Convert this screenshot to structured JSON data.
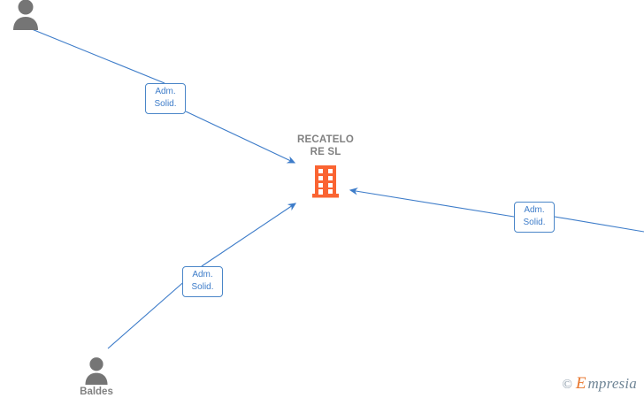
{
  "diagram": {
    "type": "corporate-relationship-graph",
    "accent_color": "#3d7cc9",
    "company_color": "#fa6432",
    "person_color": "#757575",
    "label_text_color": "#3d7cc9",
    "title_color": "#808080",
    "company": {
      "name": "RECATELO RE  SL",
      "name_line1": "RECATELO",
      "name_line2": "RE  SL",
      "icon": "building-icon"
    },
    "persons": [
      {
        "id": "person-top-left",
        "label": "",
        "icon": "person-icon"
      },
      {
        "id": "person-bottom-left",
        "label": "Baldes",
        "icon": "person-icon"
      }
    ],
    "relations": [
      {
        "id": "relation-top-left",
        "line1": "Adm.",
        "line2": "Solid.",
        "full": "Adm. Solid."
      },
      {
        "id": "relation-bottom-left",
        "line1": "Adm.",
        "line2": "Solid.",
        "full": "Adm. Solid."
      },
      {
        "id": "relation-right",
        "line1": "Adm.",
        "line2": "Solid.",
        "full": "Adm. Solid."
      }
    ]
  },
  "watermark": {
    "copyright": "©",
    "brand_initial": "E",
    "brand_rest": "mpresia"
  }
}
